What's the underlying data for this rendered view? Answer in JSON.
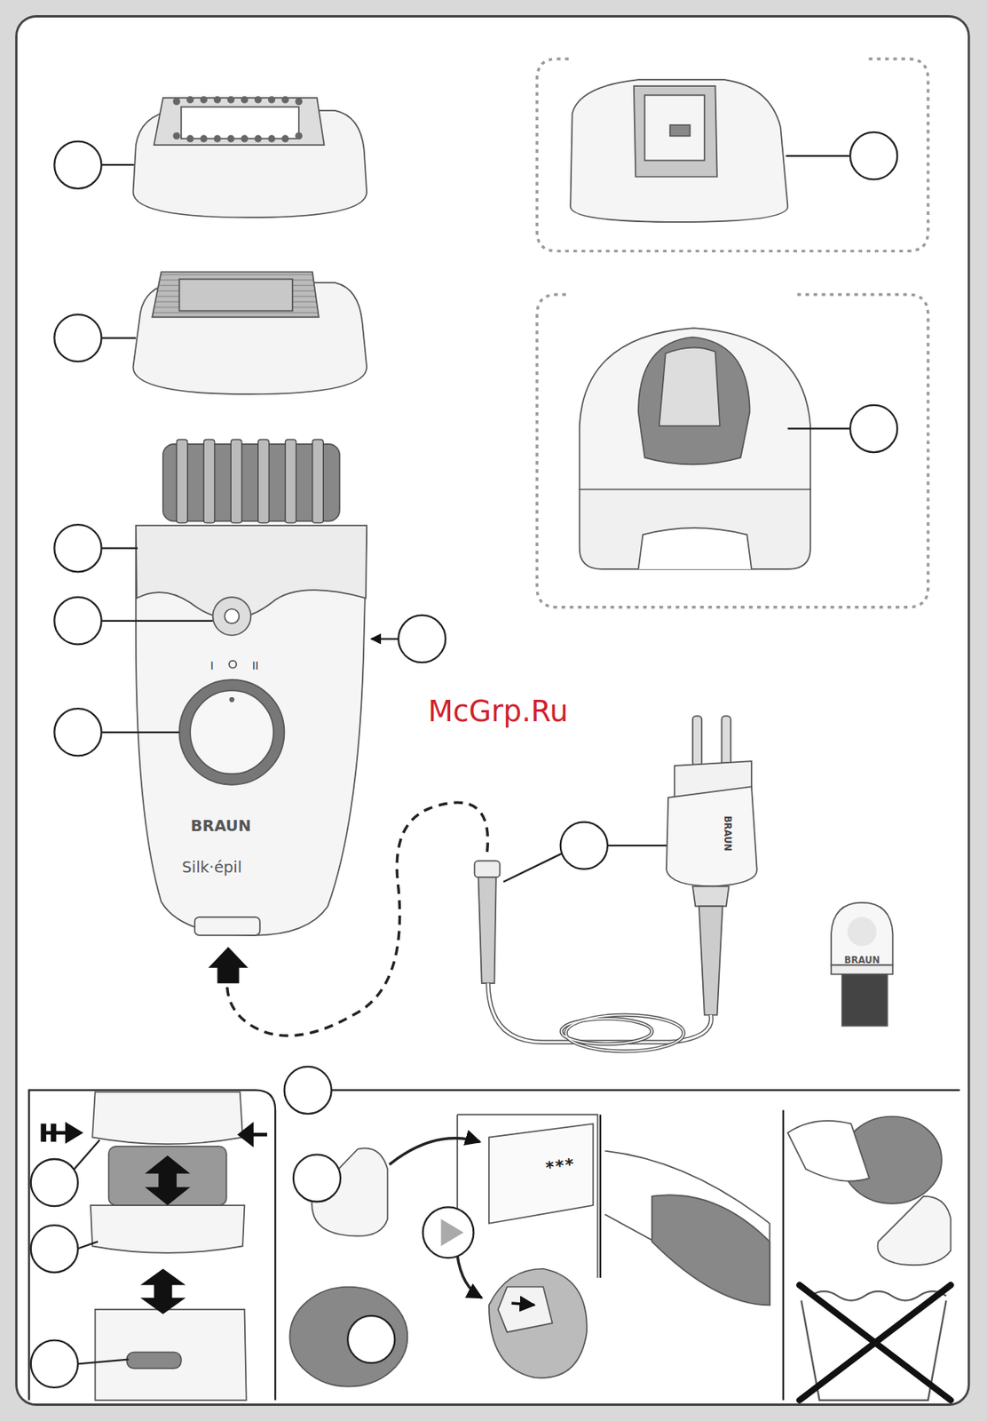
{
  "diagram": {
    "labels": [
      "McGrp.Ru",
      "I",
      "II",
      "BRAUN",
      "Silk·épil",
      "BRAUN",
      "BRAUN",
      "***"
    ]
  }
}
